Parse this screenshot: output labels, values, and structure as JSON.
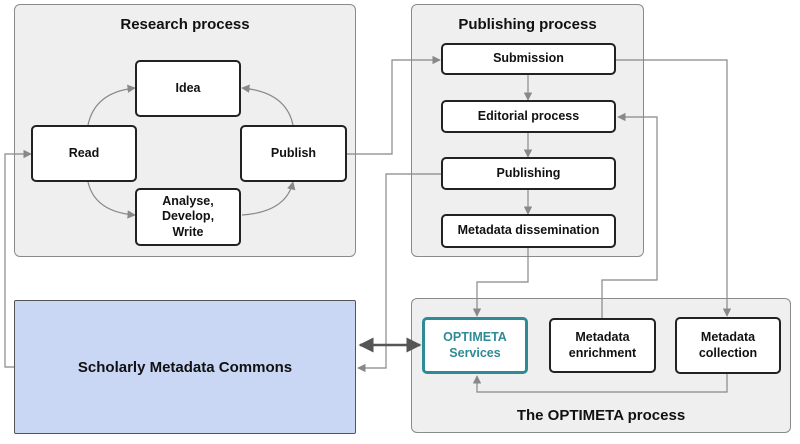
{
  "research_process": {
    "title": "Research process",
    "nodes": {
      "idea": "Idea",
      "read": "Read",
      "publish": "Publish",
      "analyse": "Analyse,\nDevelop,\nWrite"
    }
  },
  "publishing_process": {
    "title": "Publishing process",
    "nodes": {
      "submission": "Submission",
      "editorial": "Editorial process",
      "publishing": "Publishing",
      "metadata_dissemination": "Metadata dissemination"
    }
  },
  "optimeta_process": {
    "title": "The OPTIMETA process",
    "nodes": {
      "services": "OPTIMETA\nServices",
      "enrichment": "Metadata\nenrichment",
      "collection": "Metadata\ncollection"
    }
  },
  "commons": {
    "label": "Scholarly Metadata Commons"
  },
  "colors": {
    "panel_background": "#efefef",
    "commons_fill": "#c9d7f5",
    "accent": "#2e8b95",
    "connector": "#888888"
  }
}
